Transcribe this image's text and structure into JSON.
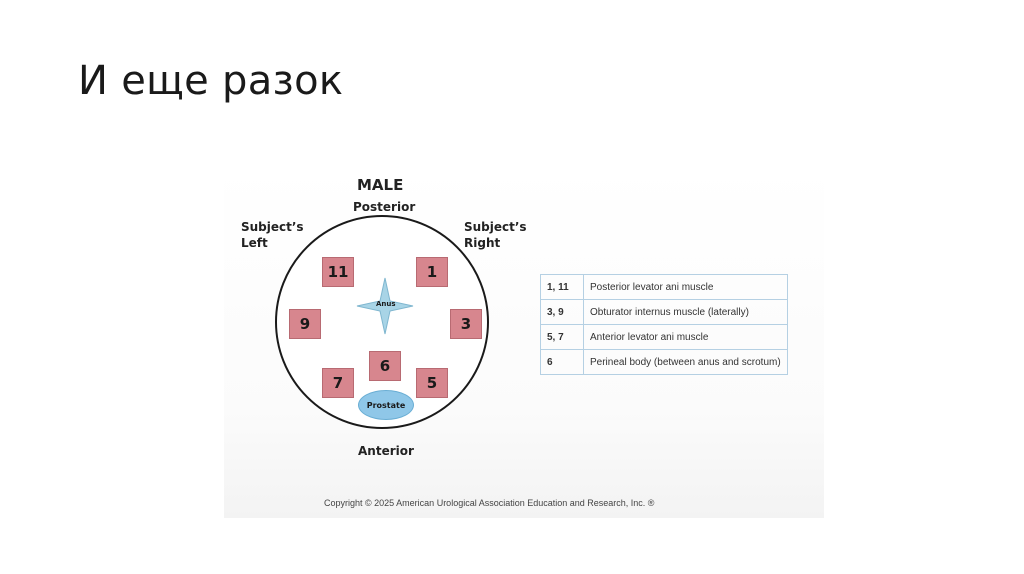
{
  "slide": {
    "title": "И еще разок"
  },
  "diagram": {
    "title": "MALE",
    "labels": {
      "posterior": "Posterior",
      "anterior": "Anterior",
      "subject_left": "Subject’s Left",
      "subject_right": "Subject’s Right"
    },
    "positions": [
      "11",
      "1",
      "9",
      "3",
      "6",
      "7",
      "5"
    ],
    "anus_label": "Anus",
    "prostate_label": "Prostate",
    "colors": {
      "position_box": "#d7868e",
      "prostate": "#8fc7e8",
      "anus": "#a8d4e6"
    }
  },
  "legend": {
    "rows": [
      {
        "positions": "1, 11",
        "description": "Posterior levator ani muscle"
      },
      {
        "positions": "3, 9",
        "description": "Obturator internus muscle (laterally)"
      },
      {
        "positions": "5, 7",
        "description": "Anterior levator ani muscle"
      },
      {
        "positions": "6",
        "description": "Perineal body (between anus and scrotum)"
      }
    ]
  },
  "copyright": "Copyright © 2025 American Urological Association Education and Research, Inc. ®"
}
